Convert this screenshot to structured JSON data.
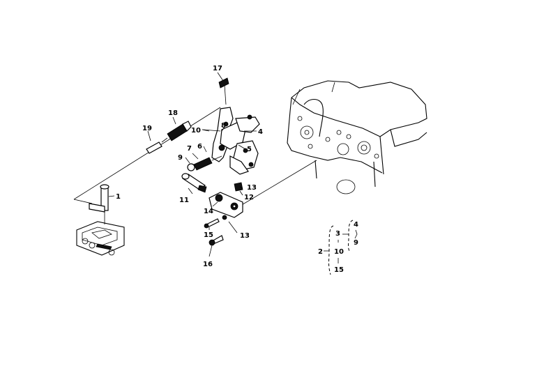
{
  "diagram": {
    "callouts": [
      {
        "id": "c1",
        "text": "1"
      },
      {
        "id": "c4",
        "text": "4"
      },
      {
        "id": "c5",
        "text": "5"
      },
      {
        "id": "c6",
        "text": "6"
      },
      {
        "id": "c7",
        "text": "7"
      },
      {
        "id": "c8",
        "text": "8"
      },
      {
        "id": "c9",
        "text": "9"
      },
      {
        "id": "c10",
        "text": "10"
      },
      {
        "id": "c11",
        "text": "11"
      },
      {
        "id": "c12",
        "text": "12"
      },
      {
        "id": "c13a",
        "text": "13"
      },
      {
        "id": "c13b",
        "text": "13"
      },
      {
        "id": "c14",
        "text": "14"
      },
      {
        "id": "c15",
        "text": "15"
      },
      {
        "id": "c16",
        "text": "16"
      },
      {
        "id": "c17",
        "text": "17"
      },
      {
        "id": "c18",
        "text": "18"
      },
      {
        "id": "c19",
        "text": "19"
      }
    ],
    "index": {
      "n2": "2",
      "n3": "3",
      "n4": "4",
      "n9": "9",
      "n10": "10",
      "n15": "15"
    }
  }
}
